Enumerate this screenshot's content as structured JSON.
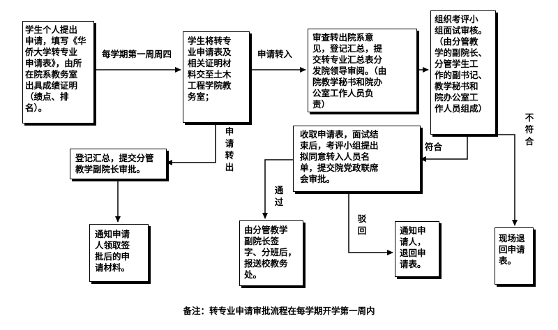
{
  "boxes": {
    "apply": "学生个人提出\n申请，填写《华\n侨大学转专业\n申请表》，由所\n在院系教务室\n出具成绩证明\n（绩点、排\n名）。",
    "submit_material": "学生将转专\n业申请表及\n相关证明材\n料交至土木\n工程学院教\n务室；",
    "review": "审查转出院系意\n见，登记汇总，提\n交转专业汇总表分\n发院领导审阅。（由\n院教学秘书和院办\n公室工作人员负\n责）",
    "interview": "组织考评小\n组面试审核。\n（由分管教\n学的副院长、\n分管学生工\n作的副书记、\n教学秘书和\n院办公室工\n作人员组成）",
    "register_out": "登记汇总，提交分管\n教学副院长审批。",
    "collect": "收取申请表，面试结\n束后，考评小组提出\n拟同意转入人员名\n单，提交院党政联席\n会审批。",
    "notify_collect": "通知申请\n人领取签\n批后的申\n请材料。",
    "sign_off": "由分管教学\n副院长签\n字、分班后，\n报送校教务\n处。",
    "notify_return": "通知申\n请人，\n退回申\n请表。",
    "return_on_site": "现场退\n回申请\n表。"
  },
  "labels": {
    "first_week": "每学期第一周周四",
    "apply_in": "申请转入",
    "apply_out": "申\n请\n转\n出",
    "pass": "通\n过",
    "meets": "符合",
    "not_meets": "不\n符\n合",
    "rejected": "驳\n回"
  },
  "note": "备注：转专业申请审批流程在每学期开学第一周内"
}
